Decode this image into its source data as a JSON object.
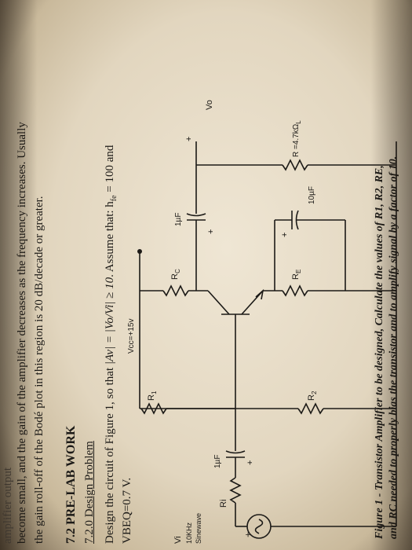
{
  "text": {
    "line0": "amplifier output",
    "line1": "become small, and the gain of the amplifier decreases as the frequency increases. Usually",
    "line2": "the gain roll-off of the Bodé plot in this region is 20 dB/decade or greater.",
    "section_title": "7.2 PRE-LAB WORK",
    "subsection_title": "7.2.0 Design Problem",
    "design_line1_a": "Design the circuit of Figure 1, so that",
    "design_line1_formula": "|Av| = |Vo/Vi| ≥ 10",
    "design_line1_b": ". Assume that: h",
    "design_hfe_sub": "fe",
    "design_line1_c": "= 100  and",
    "design_line2": "VBEQ=0.7 V.",
    "caption_line1": "Figure 1 - Transistor Amplifier to be designed, Calculate the values of R1, R2, RE,",
    "caption_line2": "and RC needed to properly bias the transistor and to amplify signal by a factor of 10."
  },
  "circuit": {
    "vcc": "Vcc=+15v",
    "vi": "Vi",
    "freq": "10KHz",
    "wave": "Sinewave",
    "ri": "Ri",
    "c_in": "1µF",
    "r1": "R",
    "r1_sub": "1",
    "r2": "R",
    "r2_sub": "2",
    "rc": "R",
    "rc_sub": "C",
    "re": "R",
    "re_sub": "E",
    "c_out": "1µF",
    "c_e": "10µF",
    "rl": "R =4.7kΩ",
    "rl_sub": "L",
    "vo": "Vo",
    "plus": "+",
    "plus_vi": "+",
    "plus_vo": "+",
    "plus_cin": "+",
    "plus_cout": "+",
    "plus_ce": "+"
  }
}
